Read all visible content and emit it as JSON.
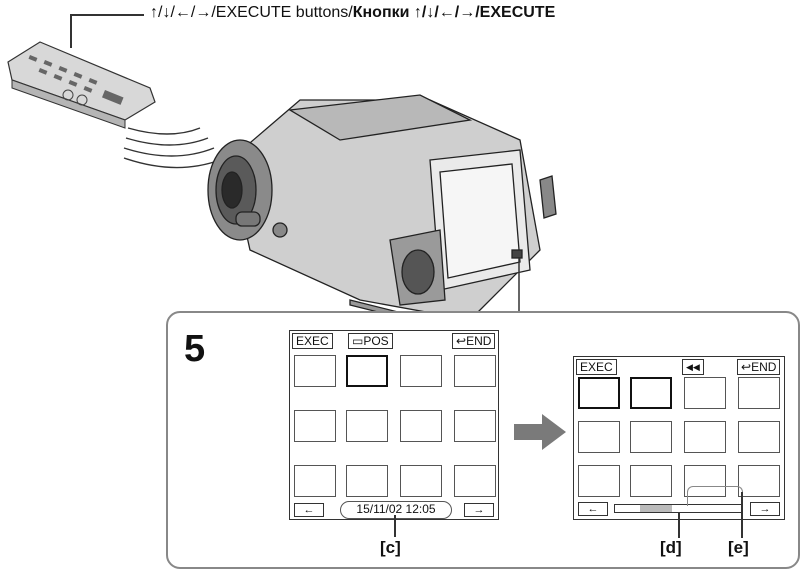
{
  "caption": {
    "plain": "↑/↓/←/→/EXECUTE buttons/",
    "bold": "Кнопки ↑/↓/←/→/EXECUTE"
  },
  "step_number": "5",
  "left_screen": {
    "exec": "EXEC",
    "tape_pos_icon": "▭",
    "pos": "POS",
    "end_icon": "↩",
    "end": "END",
    "prev": "←",
    "next": "→",
    "date": "15/11/02  12:05"
  },
  "right_screen": {
    "exec": "EXEC",
    "rewind": "◀◀",
    "end_icon": "↩",
    "end": "END",
    "prev": "←",
    "next": "→",
    "slider_value": 0.45
  },
  "callouts": {
    "c": "[c]",
    "d": "[d]",
    "e": "[e]"
  }
}
